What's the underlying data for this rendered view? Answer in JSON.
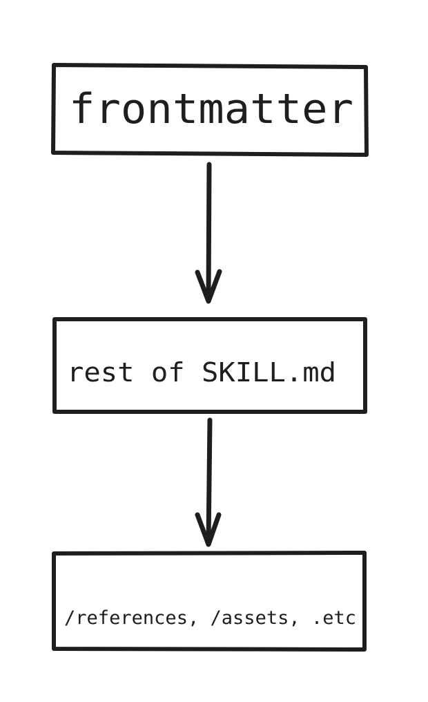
{
  "nodes": [
    {
      "id": "frontmatter",
      "label": "frontmatter"
    },
    {
      "id": "rest",
      "label": "rest of SKILL.md"
    },
    {
      "id": "extras",
      "label": "/references, /assets, .etc"
    }
  ],
  "edges": [
    {
      "from": "frontmatter",
      "to": "rest"
    },
    {
      "from": "rest",
      "to": "extras"
    }
  ],
  "colors": {
    "stroke": "#1e1e1e",
    "background": "#ffffff"
  }
}
